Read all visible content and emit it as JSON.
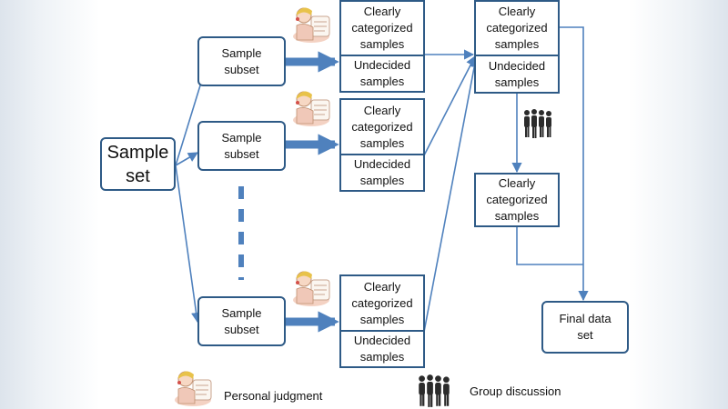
{
  "diagram": {
    "sample_set": "Sample\nset",
    "subsets": [
      "Sample\nsubset",
      "Sample\nsubset",
      "Sample\nsubset"
    ],
    "clear_label": "Clearly\ncategorized\nsamples",
    "undecided_label": "Undecided\nsamples",
    "merged_clear": "Clearly\ncategorized\nsamples",
    "merged_undecided": "Undecided\nsamples",
    "group_result": "Clearly\ncategorized\nsamples",
    "final": "Final data\nset"
  },
  "legend": {
    "personal": "Personal judgment",
    "group": "Group discussion"
  },
  "icons": {
    "personal": "person-reading-icon",
    "group": "group-people-icon"
  },
  "colors": {
    "line": "#4f81bd",
    "border": "#2e5a86",
    "thick_arrow": "#4f81bd"
  }
}
